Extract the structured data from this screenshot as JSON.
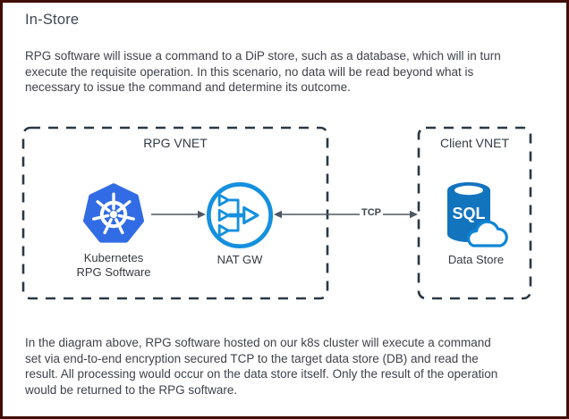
{
  "page": {
    "title": "In-Store",
    "intro_lines": [
      "RPG software will issue a command to a DiP store, such as a database, which will in turn",
      "execute the requisite operation. In this scenario, no data will be read beyond what is",
      "necessary to issue the command and determine its outcome."
    ],
    "outro_lines": [
      "In the diagram above, RPG software hosted on our k8s cluster will execute a command",
      "set via end-to-end encryption secured TCP to the target data store (DB) and read the",
      "result. All processing would occur on the data store itself. Only the result of the operation",
      "would be returned to the RPG software."
    ]
  },
  "diagram": {
    "rpg_vnet": {
      "label": "RPG VNET",
      "kubernetes_node": {
        "icon": "kubernetes-helm-icon",
        "label_line1": "Kubernetes",
        "label_line2": "RPG Software"
      },
      "nat_gateway_node": {
        "icon": "azure-nat-gateway-icon",
        "label": "NAT GW"
      }
    },
    "client_vnet": {
      "label": "Client VNET",
      "data_store_node": {
        "icon": "azure-sql-database-icon",
        "icon_text": "SQL",
        "label": "Data Store"
      }
    },
    "connections": [
      {
        "from": "Kubernetes RPG Software",
        "to": "NAT GW",
        "label": "",
        "bidirectional": false
      },
      {
        "from": "NAT GW",
        "to": "Data Store",
        "label": "TCP",
        "bidirectional": true
      }
    ],
    "tcp_label": "TCP"
  },
  "colors": {
    "frame_border": "#400d07",
    "vnet_dash_border": "#2b3844",
    "arrow": "#4d5662",
    "kubernetes_blue": "#326ce5",
    "nat_gateway_blue": "#1490df",
    "sql_cylinder_blue": "#1374be",
    "sql_cloud_stroke": "#0f86d6",
    "text": "#3c434c"
  }
}
